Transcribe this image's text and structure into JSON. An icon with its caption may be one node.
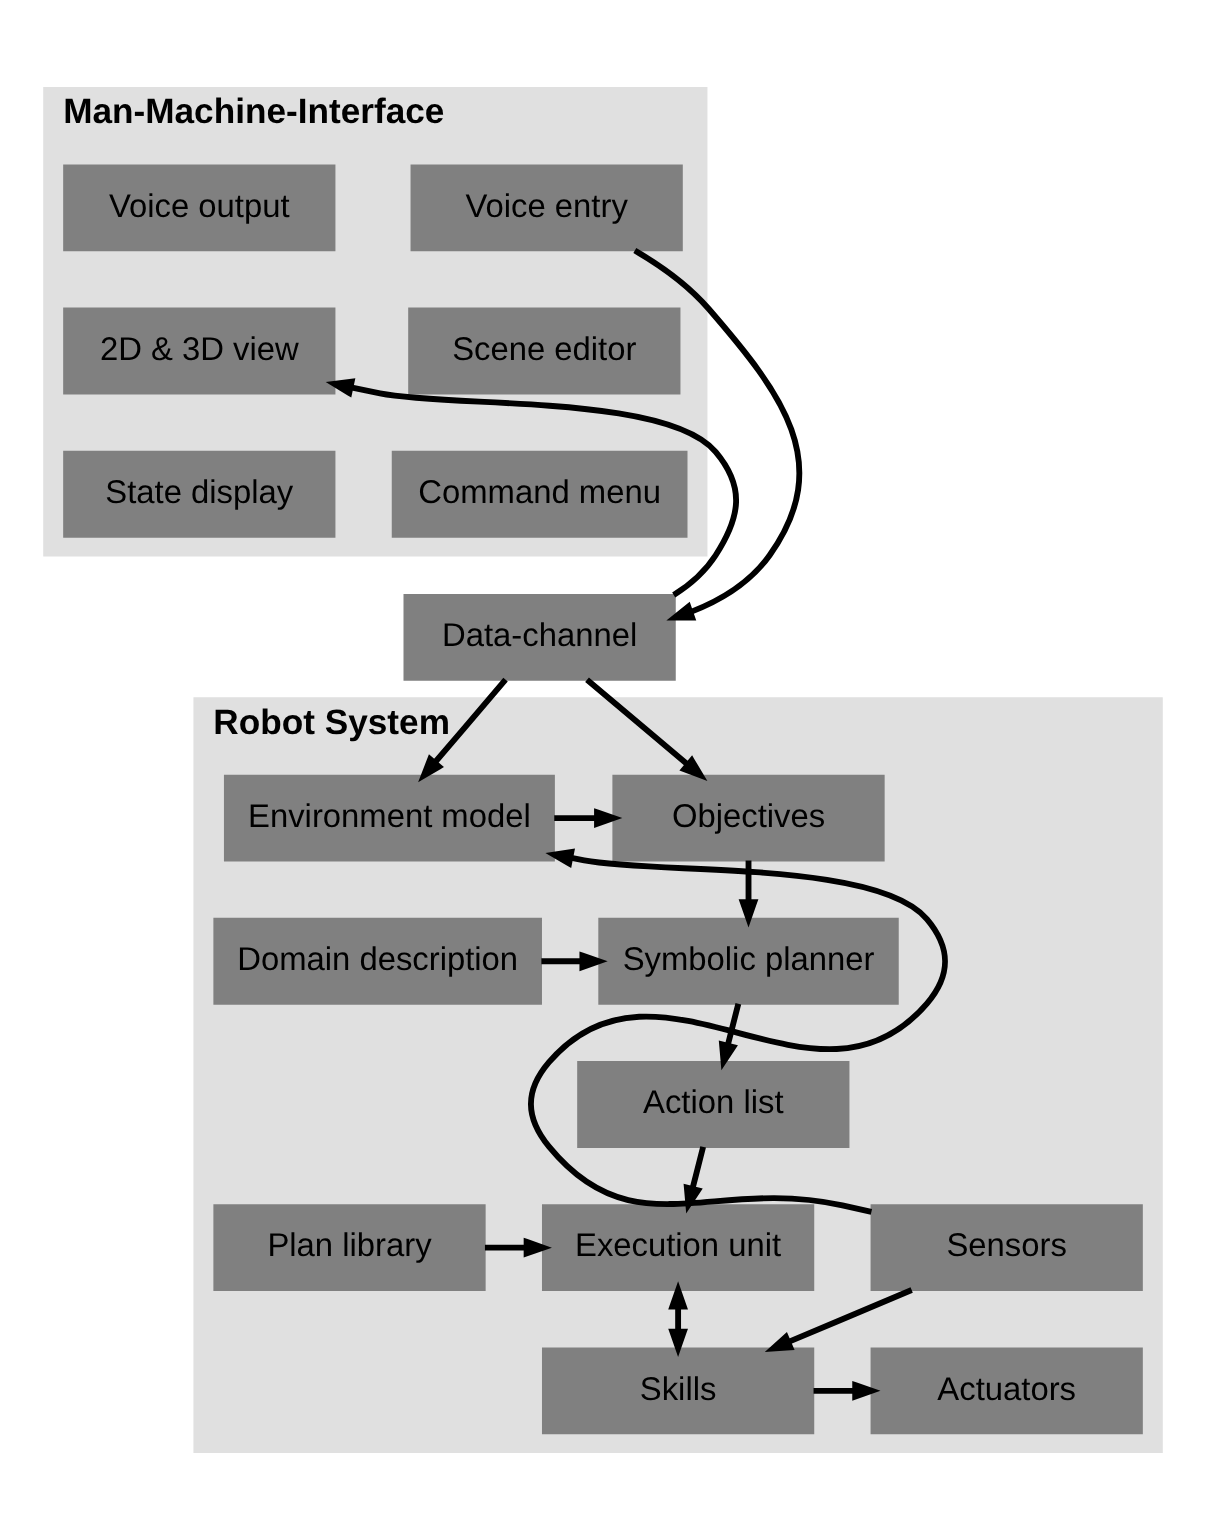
{
  "diagram": {
    "nodes": [
      {
        "text": [
          "Man-Machine-Interface"
        ]
      },
      {
        "text": [
          "Voice entry"
        ],
        "in": 0
      },
      {
        "text": [
          "Scene editor"
        ],
        "in": 0
      },
      {
        "text": [
          "Command menu"
        ],
        "in": 0
      },
      {
        "text": [
          "Voice output"
        ],
        "in": 0
      },
      {
        "text": [
          "2D & 3D view"
        ],
        "in": 0
      },
      {
        "text": [
          "State display"
        ],
        "in": 0
      },
      {
        "text": [
          "Data-channel"
        ]
      },
      {
        "text": [
          "Robot System"
        ]
      },
      {
        "text": [
          "Objectives"
        ],
        "in": 8
      },
      {
        "text": [
          "Environment model"
        ],
        "in": 8
      },
      {
        "text": [
          "Domain description"
        ],
        "in": 8
      },
      {
        "text": [
          "Symbolic planner"
        ],
        "in": 8
      },
      {
        "text": [
          "Action list"
        ],
        "in": 8
      },
      {
        "text": [
          "Plan library"
        ],
        "in": 8
      },
      {
        "text": [
          "Execution unit"
        ],
        "in": 8
      },
      {
        "text": [
          "Sensors"
        ],
        "in": 8
      },
      {
        "text": [
          "Skills"
        ],
        "in": 8
      },
      {
        "text": [
          "Actuators"
        ],
        "in": 8
      }
    ],
    "edges": [
      {
        "from": 1,
        "to": 7,
        "arrow": "to"
      },
      {
        "from": 7,
        "to": 5,
        "arrow": "to"
      },
      {
        "from": 7,
        "to": 9,
        "arrow": "to"
      },
      {
        "from": 7,
        "to": 10,
        "arrow": "to"
      },
      {
        "from": 10,
        "to": 9,
        "arrow": "to"
      },
      {
        "from": 9,
        "to": 12,
        "arrow": "to"
      },
      {
        "from": 11,
        "to": 12,
        "arrow": "to"
      },
      {
        "from": 12,
        "to": 13,
        "arrow": "to"
      },
      {
        "from": 13,
        "to": 15,
        "arrow": "to"
      },
      {
        "from": 14,
        "to": 15,
        "arrow": "to"
      },
      {
        "from": 15,
        "to": 17,
        "arrow": "both"
      },
      {
        "from": 16,
        "to": 17,
        "arrow": "to"
      },
      {
        "from": 17,
        "to": 18,
        "arrow": "to"
      },
      {
        "from": 16,
        "to": 10,
        "arrow": "to"
      }
    ]
  }
}
